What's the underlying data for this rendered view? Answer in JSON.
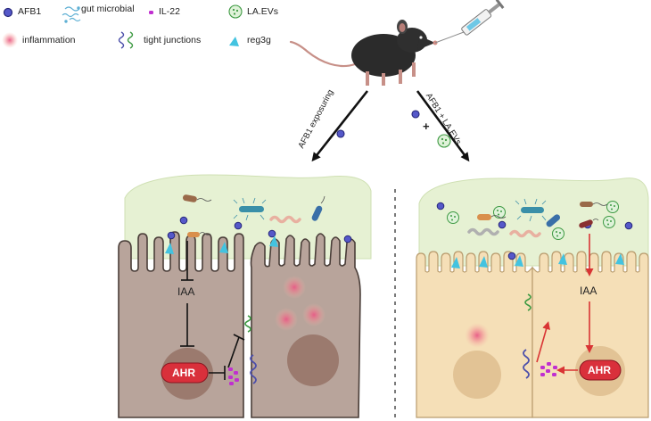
{
  "legend": {
    "afb1": "AFB1",
    "gut_microbial": "gut microbial",
    "il22": "IL-22",
    "la_evs": "LA.EVs",
    "inflammation": "inflammation",
    "tight_junctions": "tight junctions",
    "reg3g": "reg3g"
  },
  "arrows": {
    "left_label": "AFB1 exposuring",
    "right_label": "AFB1 + LA.EVs",
    "plus_sign": "+"
  },
  "left_panel": {
    "iaa": "IAA",
    "ahr": "AHR"
  },
  "right_panel": {
    "iaa": "IAA",
    "ahr": "AHR"
  },
  "colors": {
    "mucus": "#e6f1d3",
    "cell_left": "#b8a49b",
    "cell_right": "#f5dfb7",
    "afb1": "#5558c9",
    "ahr": "#d9303b",
    "il22": "#c02fd0",
    "reg3g": "#43c3e0",
    "tj_green": "#3e9a43",
    "tj_purple": "#4c4faa",
    "red_arrow": "#d93434"
  }
}
